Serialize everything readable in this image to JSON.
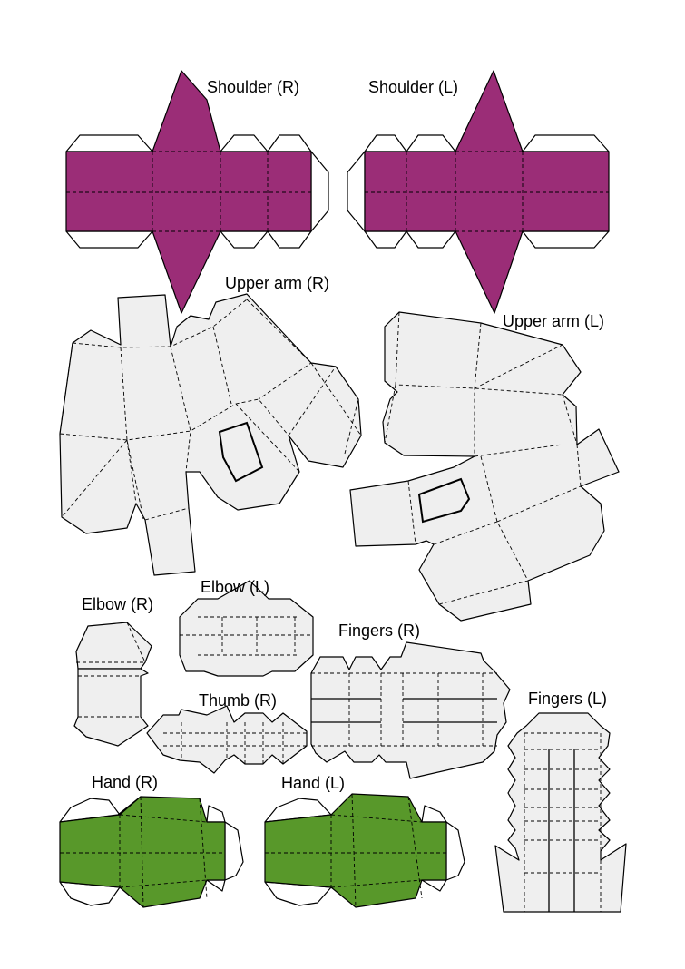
{
  "labels": {
    "shoulder_r": "Shoulder (R)",
    "shoulder_l": "Shoulder (L)",
    "upper_arm_r": "Upper arm (R)",
    "upper_arm_l": "Upper arm (L)",
    "elbow_r": "Elbow (R)",
    "elbow_l": "Elbow (L)",
    "fingers_r": "Fingers (R)",
    "thumb_r": "Thumb (R)",
    "fingers_l": "Fingers (L)",
    "hand_r": "Hand (R)",
    "hand_l": "Hand (L)"
  },
  "colors": {
    "shoulder": "#9b2d77",
    "hand": "#58982a",
    "arm_gray": "#efefef",
    "line": "#000000"
  }
}
